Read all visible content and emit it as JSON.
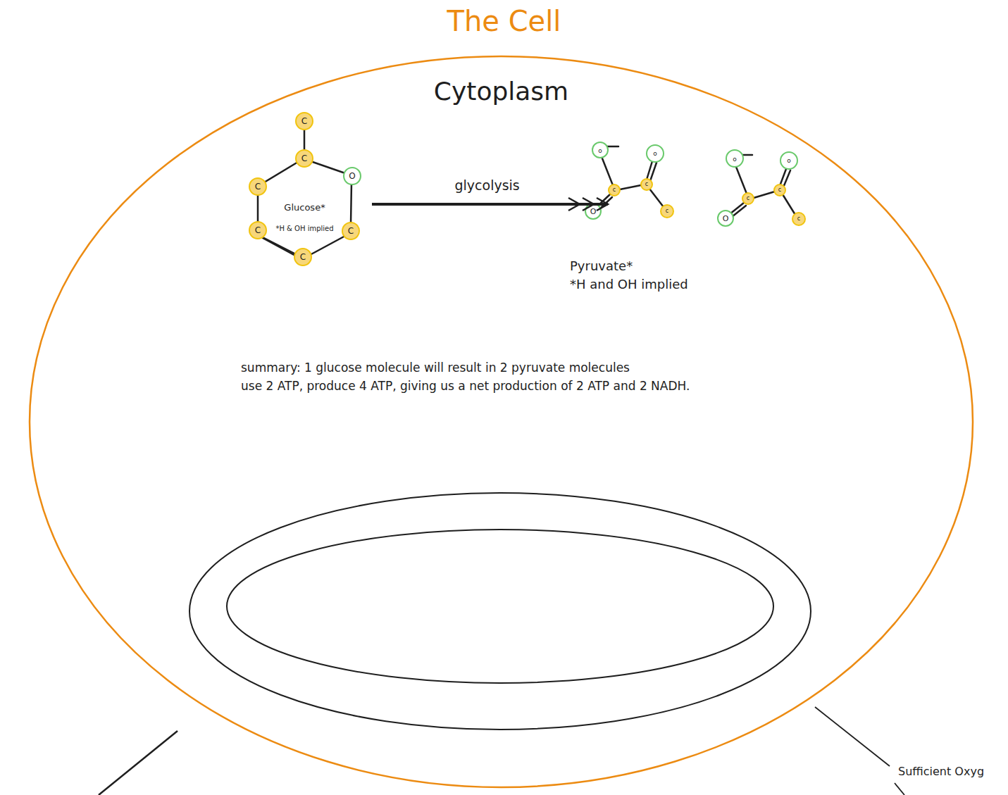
{
  "diagram": {
    "title": "The Cell",
    "nodes": [
      {
        "text": [
          "Cytoplasm"
        ]
      },
      {
        "text": [
          "Glucose*",
          "*H & OH implied"
        ],
        "in": 0
      },
      {
        "text": [
          "Pyruvate*",
          "*H and OH implied"
        ],
        "in": 0
      }
    ],
    "edges": [
      {
        "from": 1,
        "to": 2,
        "label": "glycolysis",
        "arrow": "to"
      }
    ],
    "labels": [
      "C",
      "C",
      "O",
      "C",
      "C",
      "C",
      "C",
      "o",
      "o",
      "c",
      "c",
      "O",
      "c",
      "o",
      "o",
      "c",
      "c",
      "O",
      "c",
      "summary: 1 glucose molecule will result in 2 pyruvate molecules",
      "use 2 ATP, produce 4 ATP, giving us a net production of 2 ATP and 2 NADH.",
      "Sufficient Oxyg"
    ]
  }
}
